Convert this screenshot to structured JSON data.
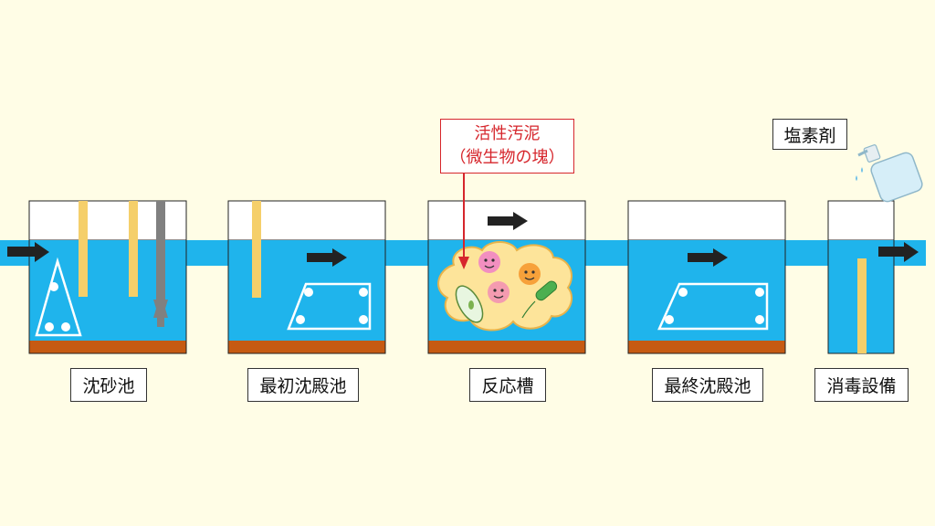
{
  "colors": {
    "background": "#fffde6",
    "water": "#1fb4ec",
    "sludge": "#c65a12",
    "baffle": "#f5cf6a",
    "valve": "#808080",
    "floc": "#fde49a",
    "arrow": "#222222",
    "callout": "#d6262c"
  },
  "stages": [
    {
      "label": "沈砂池"
    },
    {
      "label": "最初沈殿池"
    },
    {
      "label": "反応槽"
    },
    {
      "label": "最終沈殿池"
    },
    {
      "label": "消毒設備"
    }
  ],
  "callout": {
    "line1": "活性汚泥",
    "line2": "（微生物の塊）"
  },
  "chemical": {
    "label": "塩素剤",
    "icon": "spray-bottle-icon"
  },
  "flow_icon": "arrow-right-icon"
}
